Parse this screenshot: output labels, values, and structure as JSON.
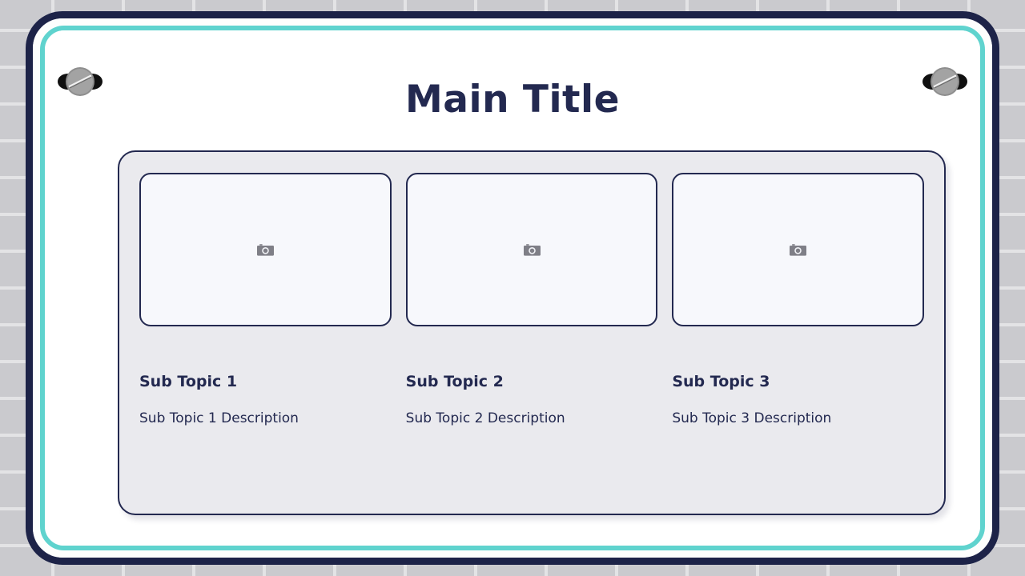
{
  "slide": {
    "title": "Main Title",
    "decor": {
      "screw_left": "screw-icon",
      "screw_right": "screw-icon"
    },
    "columns": [
      {
        "image_placeholder_icon": "camera-icon",
        "sub_title": "Sub Topic 1",
        "description": "Sub Topic 1 Description"
      },
      {
        "image_placeholder_icon": "camera-icon",
        "sub_title": "Sub Topic 2",
        "description": "Sub Topic 2 Description"
      },
      {
        "image_placeholder_icon": "camera-icon",
        "sub_title": "Sub Topic 3",
        "description": "Sub Topic 3 Description"
      }
    ]
  },
  "colors": {
    "navy": "#232950",
    "teal": "#5FD3CE",
    "panel_bg": "#EAEAEE",
    "placeholder_bg": "#F7F8FC",
    "page_tile": "#E3E3E5",
    "white": "#FFFFFF",
    "screw_metal": "#9A9A9A"
  }
}
